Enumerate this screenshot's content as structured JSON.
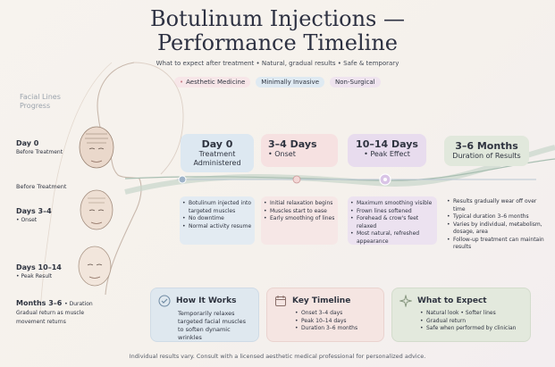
{
  "title_line1": "Botulinum Injections —",
  "title_line2": "Performance Timeline",
  "subtitle": "What to expect after treatment • Natural, gradual results • Safe & temporary",
  "tags": [
    "Aesthetic Medicine",
    "Minimally Invasive",
    "Non-Surgical"
  ],
  "facial_lines_label": "Facial Lines\nProgress",
  "left_labels": {
    "day0": {
      "main": "Day 0",
      "sub": "Before Treatment"
    },
    "before": "Before Treatment",
    "day34": {
      "main": "Days 3–4",
      "sub": "• Onset"
    },
    "day1014": {
      "main": "Days 10–14",
      "sub": "• Peak Result"
    },
    "months36": {
      "main": "Months 3–6",
      "suffix": "• Duration",
      "sub": "Gradual return as muscle movement returns"
    }
  },
  "stages": [
    {
      "head": "Day 0",
      "sub": "Treatment Administered",
      "bullets": [
        "Botulinum injected into targeted muscles",
        "No downtime",
        "Normal activity resume"
      ]
    },
    {
      "head": "3–4 Days",
      "sub": "• Onset",
      "bullets": [
        "Initial relaxation begins",
        "Muscles start to ease",
        "Early smoothing of lines"
      ]
    },
    {
      "head": "10–14 Days",
      "sub": "• Peak Effect",
      "bullets": [
        "Maximum smoothing visible",
        "Frown lines softened",
        "Forehead & crow's feet relaxed",
        "Most natural, refreshed appearance"
      ]
    },
    {
      "head": "3–6 Months",
      "sub": "Duration of Results",
      "bullets": [
        "Results gradually wear off over time",
        "Typical duration 3–6 months",
        "Varies by individual, metabolism, dosage, area",
        "Follow-up treatment can maintain results"
      ]
    }
  ],
  "how_it_works": {
    "title": "How It Works",
    "text": "Temporarily relaxes targeted facial muscles to soften dynamic wrinkles"
  },
  "key_timeline": {
    "title": "Key Timeline",
    "items": [
      "Onset 3–4 days",
      "Peak 10–14 days",
      "Duration 3–6 months"
    ]
  },
  "what_to_expect": {
    "title": "What to Expect",
    "items": [
      "Natural look • Softer lines",
      "Gradual return",
      "Safe when performed by clinician"
    ]
  },
  "footer": "Individual results vary. Consult with a licensed aesthetic medical professional for personalized advice.",
  "colors": {
    "card_blue": "#dde8f1",
    "card_pink": "#f6e1e1",
    "card_purple": "#e8dcee",
    "card_green": "#e1e8dc",
    "wave": "#a9bfb2"
  }
}
